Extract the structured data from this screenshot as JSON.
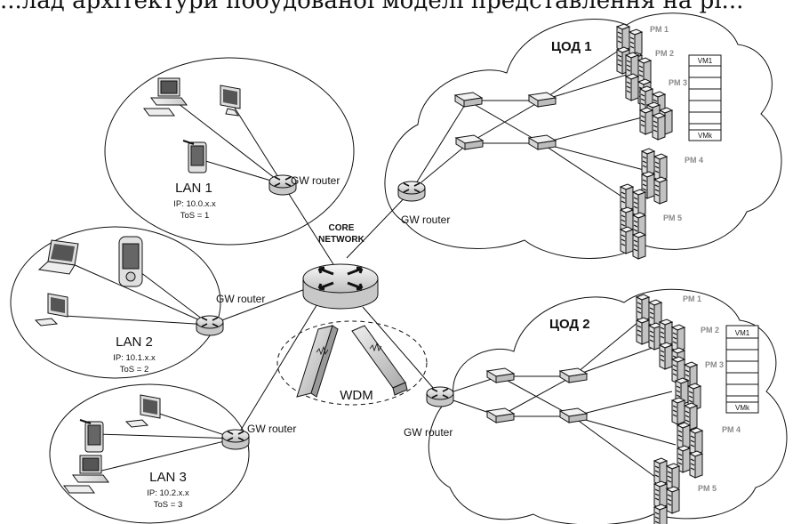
{
  "heading": "...лад архітектури побудованої моделі представлення на рі...",
  "core": {
    "line1": "CORE",
    "line2": "NETWORK"
  },
  "gateway_label": "GW router",
  "wdm_label": "WDM",
  "lans": [
    {
      "name": "LAN 1",
      "ip": "IP: 10.0.x.x",
      "tos": "ToS = 1"
    },
    {
      "name": "LAN 2",
      "ip": "IP: 10.1.x.x",
      "tos": "ToS = 2"
    },
    {
      "name": "LAN 3",
      "ip": "IP: 10.2.x.x",
      "tos": "ToS = 3"
    }
  ],
  "datacenters": [
    {
      "name": "ЦОД 1",
      "pms": [
        "PM 1",
        "PM 2",
        "PM 3",
        "PM 4",
        "PM 5"
      ],
      "vm_first": "VM1",
      "vm_last": "VMk"
    },
    {
      "name": "ЦОД 2",
      "pms": [
        "PM 1",
        "PM 2",
        "PM 3",
        "PM 4",
        "PM 5"
      ],
      "vm_first": "VM1",
      "vm_last": "VMk"
    }
  ],
  "icons": {
    "router": "router-icon",
    "core_router": "core-router-icon",
    "switch": "switch-icon",
    "server": "server-icon",
    "desktop": "desktop-computer-icon",
    "monitor": "monitor-icon",
    "laptop": "laptop-icon",
    "pda": "pda-icon",
    "wdm_unit": "wdm-multiplexer-icon"
  }
}
